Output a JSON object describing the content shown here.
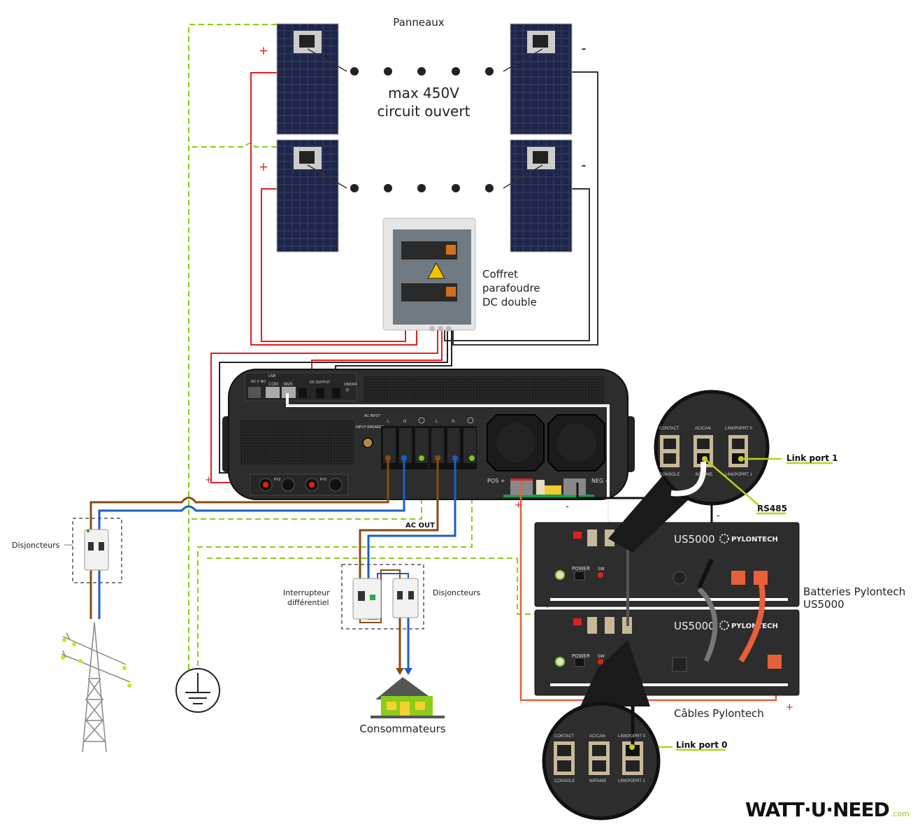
{
  "title": "",
  "panels": {
    "label": "Panneaux",
    "voltage_line1": "max 450V",
    "voltage_line2": "circuit ouvert",
    "plus": "+",
    "minus": "-"
  },
  "surge_box": {
    "line1": "Coffret",
    "line2": "parafoudre",
    "line3": "DC double"
  },
  "inverter": {
    "usb": "USB",
    "relay": "NC C NO",
    "com": "COM",
    "bms": "BMS",
    "dc_output": "DC OUTPUT",
    "on_off": "ON/OFF",
    "ac_input": "AC INPUT",
    "input_breaker": "INPUT BREAKER",
    "l": "L",
    "n": "N",
    "pv1": "PV1",
    "pv2": "PV2",
    "pos": "POS +",
    "neg": "NEG -",
    "plus": "+",
    "minus": "-"
  },
  "grid_side": {
    "breakers_label": "Disjoncteurs"
  },
  "ac_out": {
    "label": "AC OUT",
    "rcd_line1": "Interrupteur",
    "rcd_line2": "différentiel",
    "breakers_label": "Disjoncteurs",
    "consumers_label": "Consommateurs"
  },
  "battery": {
    "model": "US5000",
    "brand": "PYLONTECH",
    "title_line1": "Batteries Pylontech",
    "title_line2": "US5000",
    "cables_label": "Câbles Pylontech",
    "power": "POWER",
    "sw": "SW",
    "plus": "+",
    "minus": "-"
  },
  "ports": {
    "contact": "CONTACT",
    "ac_can": "AC/CAN",
    "linkport0": "LINKPOPRT 0",
    "console": "CONSOLE",
    "rs485": "B/RS485",
    "linkport1": "LINKPOPRT 1"
  },
  "callouts": {
    "link_port_1": "Link port 1",
    "rs485": "RS485",
    "link_port_0": "Link port 0"
  },
  "logo": {
    "text": "WATT·U·NEED",
    "suffix": ".com"
  },
  "colors": {
    "positive": "#e02020",
    "negative": "#222222",
    "live": "#8a4b0f",
    "neutral": "#1a5fc4",
    "ground": "#7cc61e",
    "battery_positive_cable": "#e8603a",
    "callout": "#b7d319",
    "device_body": "#2d2d2d"
  }
}
